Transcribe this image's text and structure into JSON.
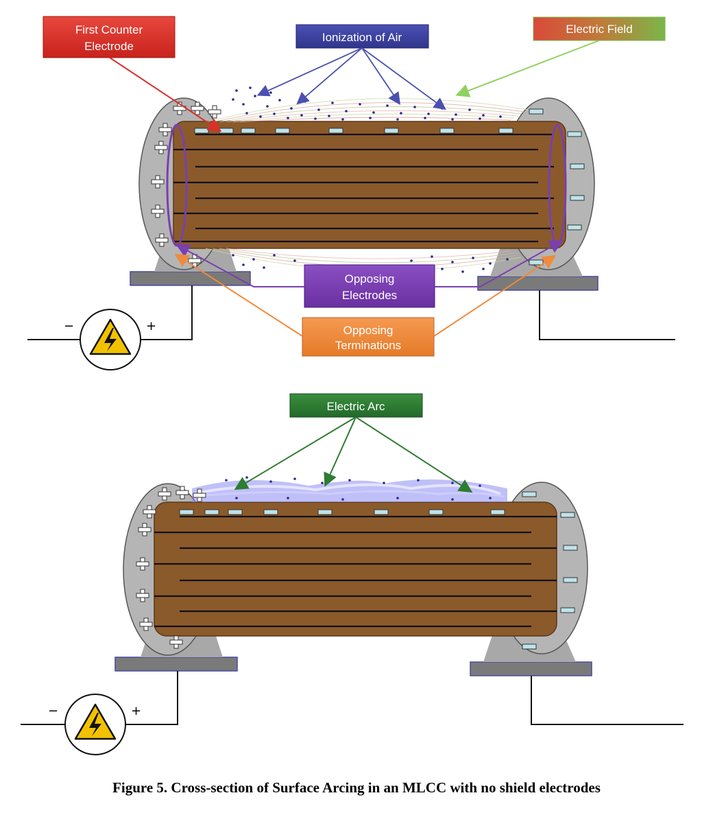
{
  "labels": {
    "first_counter_electrode": [
      "First Counter",
      "Electrode"
    ],
    "ionization_of_air": "Ionization of Air",
    "electric_field": "Electric Field",
    "opposing_electrodes": [
      "Opposing",
      "Electrodes"
    ],
    "opposing_terminations": [
      "Opposing",
      "Terminations"
    ],
    "electric_arc": "Electric Arc"
  },
  "source_polarity": {
    "negative": "−",
    "positive": "+"
  },
  "caption": "Figure 5.  Cross-section of Surface Arcing in an MLCC with no shield electrodes",
  "colors": {
    "body": "#8b5a2b",
    "termination": "#b5b5b5",
    "red_label": "#d9302a",
    "blue_label": "#3a3fa0",
    "green_label": "#2e7d32",
    "purple_label": "#7a3fb0",
    "orange_label": "#f08a3c",
    "field_label": "#7ab648"
  },
  "icons": [
    "warning-lightning-icon",
    "plus-sign-icon",
    "minus-sign-icon"
  ]
}
